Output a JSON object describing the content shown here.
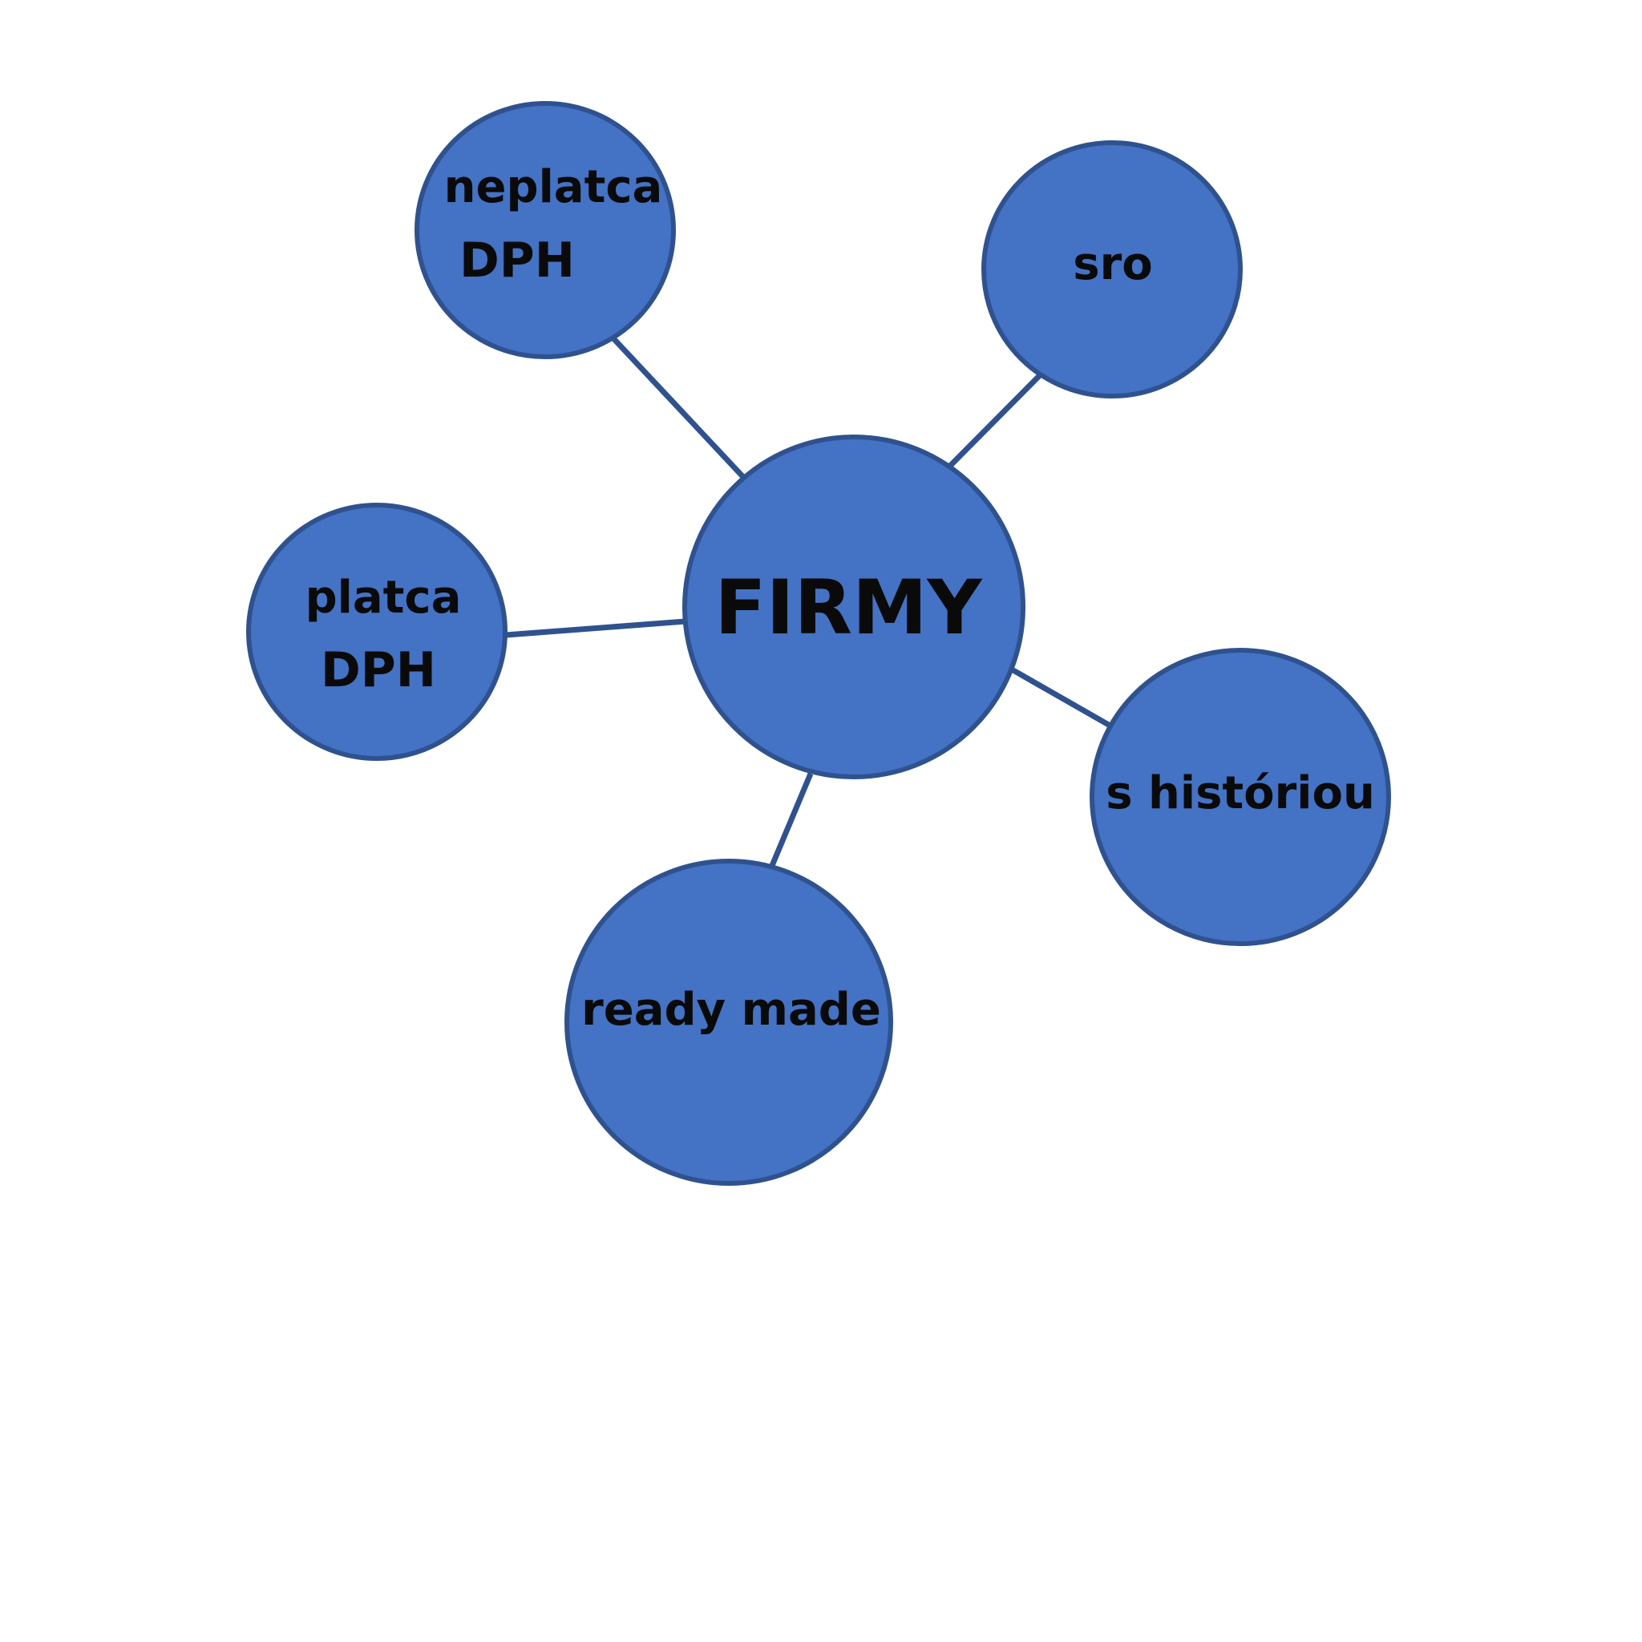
{
  "diagram": {
    "colors": {
      "node_fill": "#4472C4",
      "node_stroke": "#2F528F",
      "edge": "#2F528F",
      "text": "#0a0a0a",
      "background": "#ffffff"
    },
    "center": {
      "label": "FIRMY"
    },
    "nodes": [
      {
        "id": "neplatca",
        "lines": [
          "neplatca",
          "DPH"
        ]
      },
      {
        "id": "sro",
        "lines": [
          "sro"
        ]
      },
      {
        "id": "platca",
        "lines": [
          "platca",
          "DPH"
        ]
      },
      {
        "id": "historiou",
        "lines": [
          "s históriou"
        ]
      },
      {
        "id": "ready",
        "lines": [
          "ready made"
        ]
      }
    ]
  }
}
